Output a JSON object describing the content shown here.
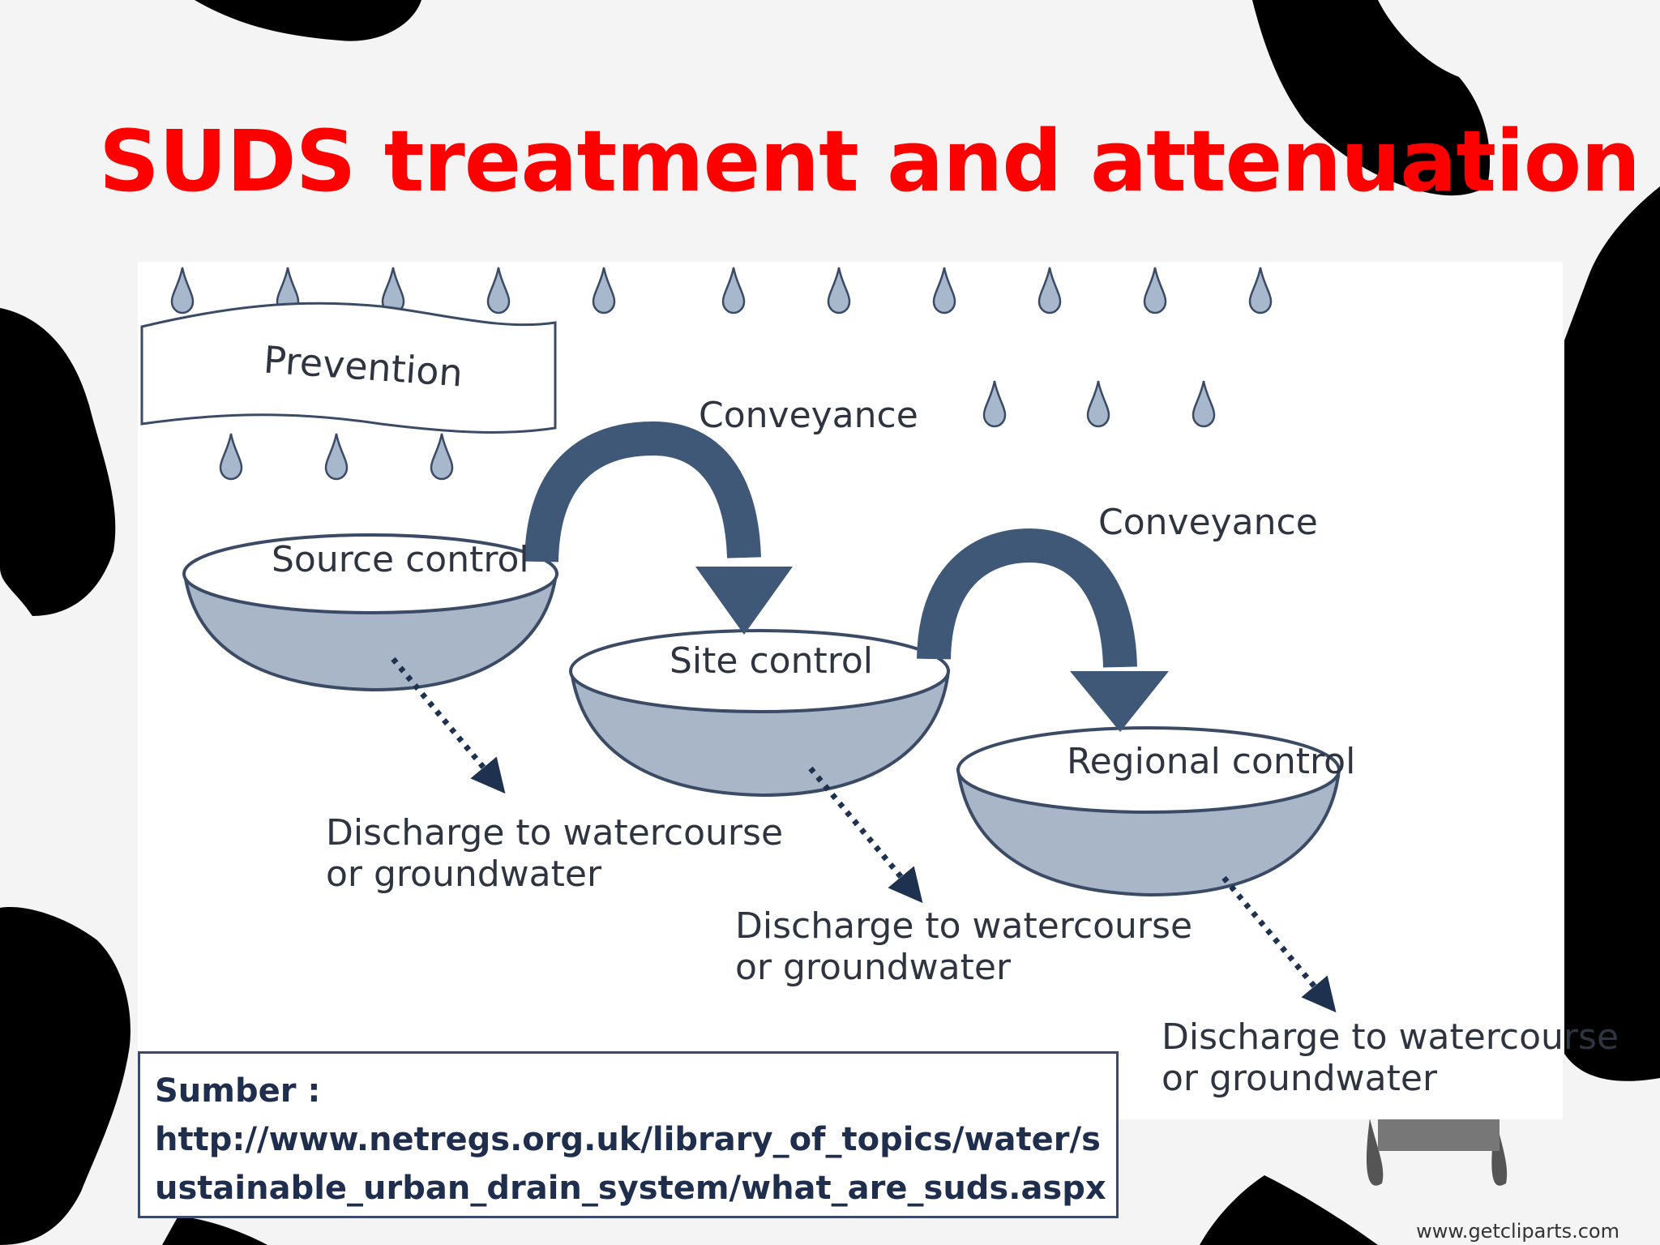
{
  "slide": {
    "title": "SUDS treatment and attenuation",
    "colors": {
      "title": "#ff0000",
      "bowl_fill": "#a9b6c7",
      "arrow": "#3f5878",
      "drop": "#a8b8cc"
    }
  },
  "diagram": {
    "labels": {
      "prevention": "Prevention",
      "conveyance_1": "Conveyance",
      "conveyance_2": "Conveyance",
      "source_control": "Source control",
      "site_control": "Site control",
      "regional_control": "Regional control"
    },
    "discharges": [
      {
        "line1": "Discharge to watercourse",
        "line2": "or groundwater"
      },
      {
        "line1": "Discharge to watercourse",
        "line2": "or groundwater"
      },
      {
        "line1": "Discharge to watercourse",
        "line2": "or groundwater"
      }
    ]
  },
  "source": {
    "heading": "Sumber :",
    "url_line1": "http://www.netregs.org.uk/library_of_topics/water/s",
    "url_line2": "ustainable_urban_drain_system/what_are_suds.aspx"
  },
  "credit": "www.getcliparts.com"
}
